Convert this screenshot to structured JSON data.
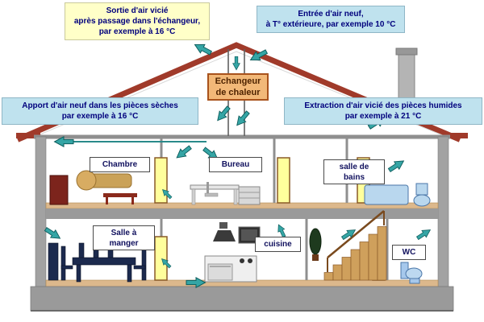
{
  "callouts": {
    "sortie": [
      "Sortie d'air vicié",
      "après passage dans l'échangeur,",
      "par exemple à 16 °C"
    ],
    "entree": [
      "Entrée d'air neuf,",
      "à T° extérieure, par exemple 10 °C"
    ],
    "apport": [
      "Apport d'air neuf dans les pièces sèches",
      "par exemple à 16 °C"
    ],
    "extraction": [
      "Extraction d'air vicié des pièces humides",
      "par exemple à 21 °C"
    ],
    "echangeur": [
      "Echangeur",
      "de chaleur"
    ]
  },
  "rooms": {
    "chambre": "Chambre",
    "bureau": "Bureau",
    "salle_de_bains": [
      "salle de",
      "bains"
    ],
    "salle_a_manger": [
      "Salle à",
      "manger"
    ],
    "cuisine": "cuisine",
    "wc": "WC"
  },
  "icons": {
    "airflow_arrow": "teal-3d-arrow",
    "heat_exchanger_duct": "vertical-duct",
    "chimney": "gray-chimney"
  },
  "colors": {
    "callout_blue": "#bfe2ee",
    "callout_yellow": "#ffffc8",
    "text_navy": "#00007d",
    "exchanger_orange": "#f2b878",
    "exchanger_border": "#a8521c",
    "roof_brick": "#a03a2a",
    "wall_gray": "#a2a2a2",
    "floor_tan": "#dcb88c",
    "arrow_teal": "#35a5a5",
    "door_yellow": "#ffff9c",
    "fixture_blue": "#b9d7ee",
    "furniture_navy": "#1c2a4e"
  }
}
